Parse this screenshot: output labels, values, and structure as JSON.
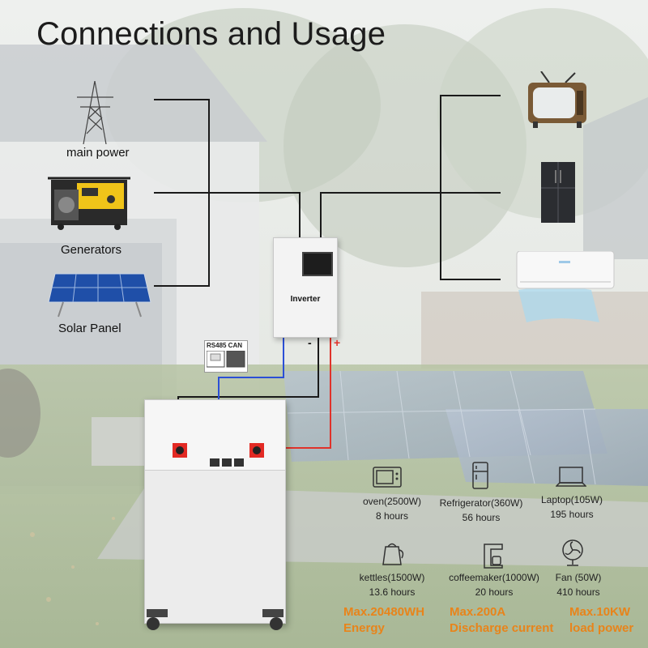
{
  "title": "Connections and Usage",
  "sources": [
    {
      "label": "main power",
      "icon": "power-tower-icon"
    },
    {
      "label": "Generators",
      "icon": "generator-icon"
    },
    {
      "label": "Solar Panel",
      "icon": "solar-panel-icon"
    }
  ],
  "inverter": {
    "label": "Inverter",
    "minus": "-",
    "plus": "+"
  },
  "rs485": {
    "label": "RS485 CAN"
  },
  "appliances": [
    {
      "name": "oven(2500W)",
      "hours": "8 hours",
      "icon": "microwave-icon"
    },
    {
      "name": "Refrigerator(360W)",
      "hours": "56 hours",
      "icon": "refrigerator-icon"
    },
    {
      "name": "Laptop(105W)",
      "hours": "195 hours",
      "icon": "laptop-icon"
    },
    {
      "name": "kettles(1500W)",
      "hours": "13.6 hours",
      "icon": "kettle-icon"
    },
    {
      "name": "coffeemaker(1000W)",
      "hours": "20 hours",
      "icon": "coffeemaker-icon"
    },
    {
      "name": "Fan (50W)",
      "hours": "410 hours",
      "icon": "fan-icon"
    }
  ],
  "specs": [
    {
      "line1": "Max.20480WH",
      "line2": "Energy"
    },
    {
      "line1": "Max.200A",
      "line2": "Discharge current"
    },
    {
      "line1": "Max.10KW",
      "line2": "load power"
    }
  ],
  "colors": {
    "accent": "#e8841a",
    "wire_red": "#e0322a",
    "wire_blue": "#2b4fd6",
    "wire_black": "#1a1a1a"
  }
}
